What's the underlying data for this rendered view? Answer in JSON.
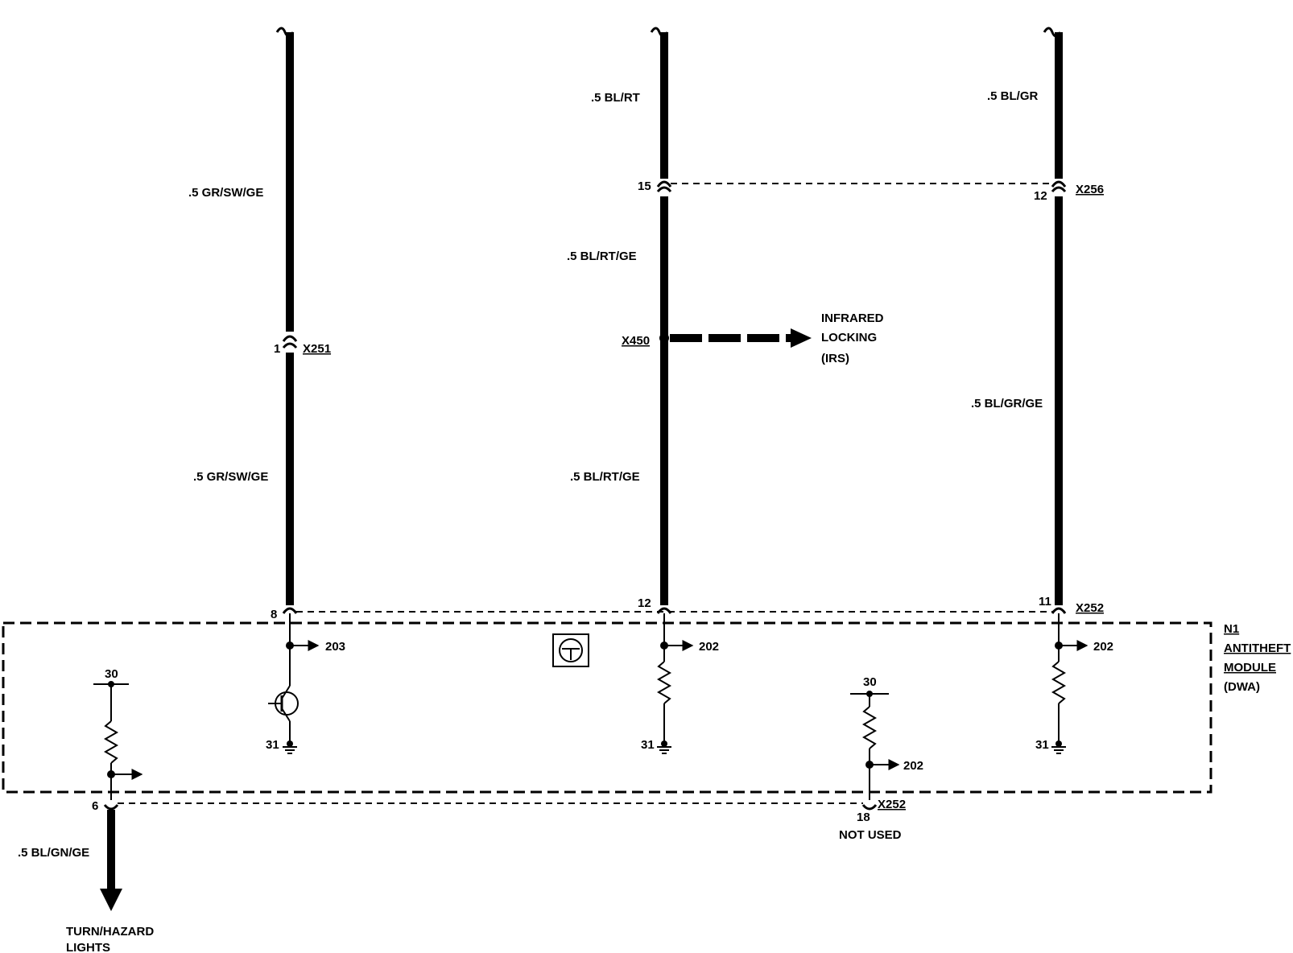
{
  "wires": {
    "left_top": ".5  GR/SW/GE",
    "left_bottom": ".5  GR/SW/GE",
    "mid_top": ".5  BL/RT",
    "mid_middle": ".5  BL/RT/GE",
    "mid_bottom": ".5  BL/RT/GE",
    "right_top": ".5 BL/GR",
    "right_bottom": ".5  BL/GR/GE",
    "output": ".5 BL/GN/GE"
  },
  "connectors": {
    "x251": "X251",
    "x251_pin": "1",
    "x256": "X256",
    "x256_pin_mid": "15",
    "x256_pin_right": "12",
    "x450": "X450",
    "x252": "X252",
    "x252_pin_left": "8",
    "x252_pin_mid": "12",
    "x252_pin_right": "11",
    "x252_bottom": "X252",
    "x252_pin_output": "6",
    "x252_pin_notused": "18"
  },
  "module": {
    "id": "N1",
    "name_line1": "ANTITHEFT",
    "name_line2": "MODULE",
    "name_line3": "(DWA)"
  },
  "irs": {
    "line1": "INFRARED",
    "line2": "LOCKING",
    "line3": "(IRS)"
  },
  "internal": {
    "ref_203": "203",
    "ref_202_mid": "202",
    "ref_202_right": "202",
    "ref_202_notused": "202",
    "ground_left": "31",
    "ground_mid": "31",
    "ground_right": "31",
    "supply_left": "30",
    "supply_right": "30"
  },
  "notes": {
    "not_used": "NOT USED",
    "turn_line1": "TURN/HAZARD",
    "turn_line2": "LIGHTS"
  }
}
